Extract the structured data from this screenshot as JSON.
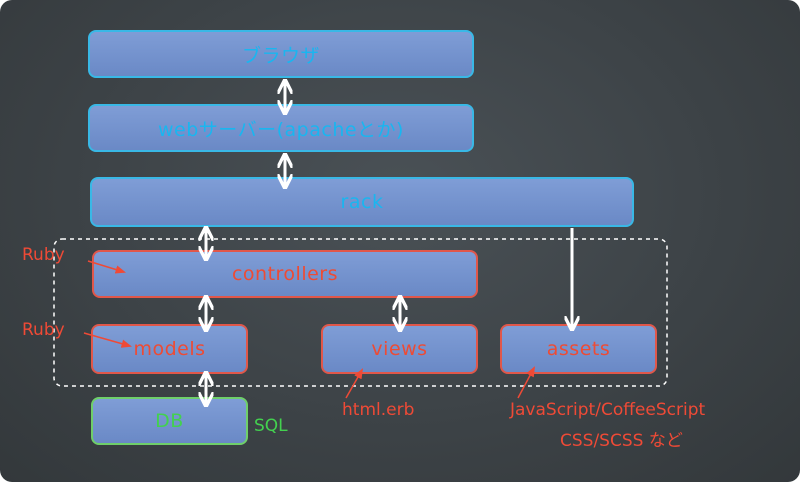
{
  "boxes": {
    "browser": "ブラウザ",
    "webserver": "webサーバー(apacheとか)",
    "rack": "rack",
    "controllers": "controllers",
    "models": "models",
    "views": "views",
    "assets": "assets",
    "db": "DB"
  },
  "annotations": {
    "ruby_controllers": "Ruby",
    "ruby_models": "Ruby",
    "sql": "SQL",
    "html_erb": "html.erb",
    "assets_line1": "JavaScript/CoffeeScript",
    "assets_line2": "CSS/SCSS など"
  },
  "colors": {
    "background": "#3d4347",
    "box_fill": "#7390ca",
    "blue_text": "#19b6f0",
    "red_text": "#ee4b34",
    "green_text": "#43d14f",
    "arrow": "#ffffff"
  }
}
